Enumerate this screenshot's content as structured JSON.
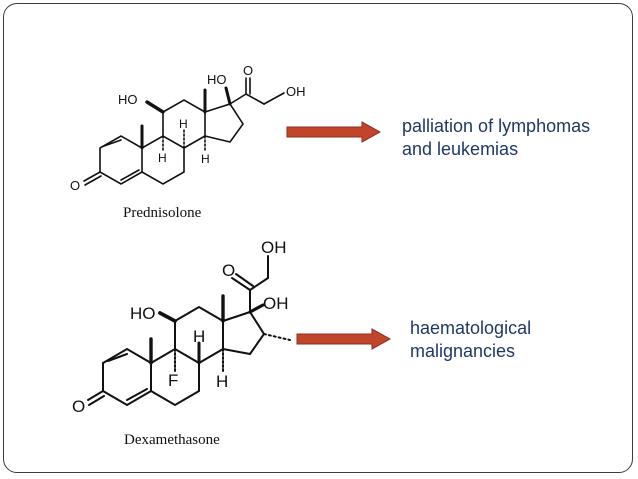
{
  "compounds": [
    {
      "name": "Prednisolone",
      "use_lines": [
        "palliation of lymphomas",
        "and leukemias"
      ],
      "atoms": {
        "ho11": "HO",
        "oh17": "HO",
        "o20": "O",
        "oh21": "OH",
        "o3": "O",
        "h8": "H",
        "h9": "H",
        "h14": "H"
      }
    },
    {
      "name": "Dexamethasone",
      "use_lines": [
        "haematological",
        "malignancies"
      ],
      "atoms": {
        "ho11": "HO",
        "oh17": "OH",
        "o20": "O",
        "oh21": "OH",
        "o3": "O",
        "h8": "H",
        "f9": "F",
        "h14": "H"
      }
    }
  ],
  "colors": {
    "arrow": "#c0452a",
    "arrow_edge": "#8c2e1a",
    "use_text": "#1f3864",
    "frame": "#3c3c3c"
  }
}
